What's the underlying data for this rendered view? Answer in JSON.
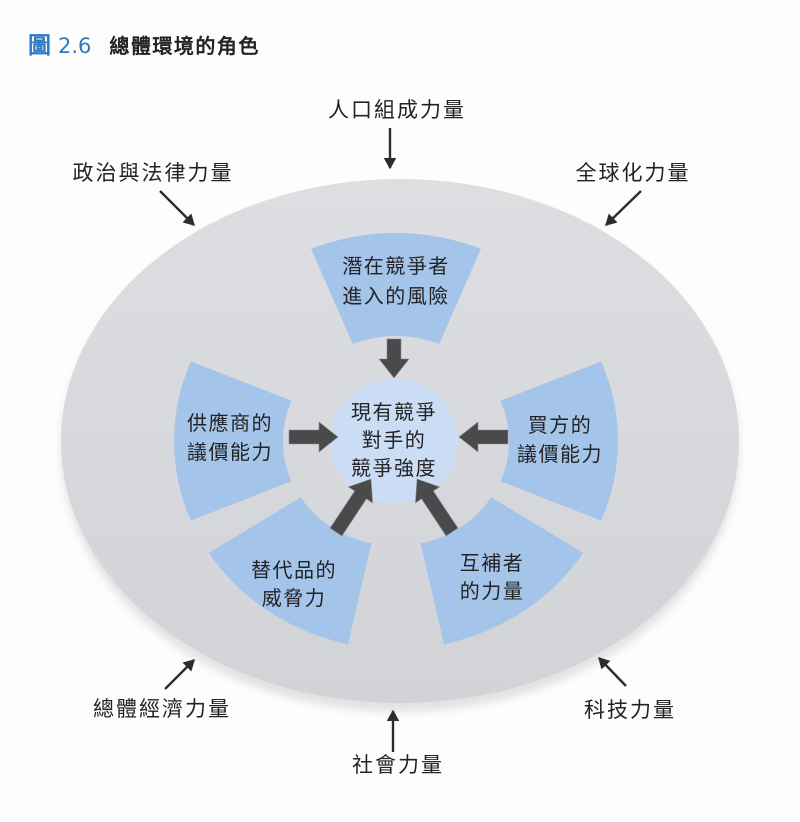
{
  "header": {
    "figure_label": "圖",
    "figure_number": "2.6",
    "title": "總體環境的角色"
  },
  "colors": {
    "accent_blue": "#2e79c3",
    "ellipse_gray_light": "#dddee1",
    "ellipse_gray_dark": "#d1d3d7",
    "wedge_blue": "#a5c4ea",
    "center_circle_blue": "#cbddf5",
    "thick_arrow_gray": "#4a4a4c",
    "line_black": "#2c2c2e",
    "text_black": "#232325"
  },
  "macro_environment": {
    "forces": [
      {
        "label": "人口組成力量",
        "position": "top"
      },
      {
        "label": "政治與法律力量",
        "position": "top-left"
      },
      {
        "label": "全球化力量",
        "position": "top-right"
      },
      {
        "label": "總體經濟力量",
        "position": "bottom-left"
      },
      {
        "label": "科技力量",
        "position": "bottom-right"
      },
      {
        "label": "社會力量",
        "position": "bottom"
      }
    ]
  },
  "five_forces": {
    "center": {
      "lines": [
        "現有競爭",
        "對手的",
        "競爭強度"
      ]
    },
    "wedges": [
      {
        "position": "top",
        "lines": [
          "潛在競爭者",
          "進入的風險"
        ]
      },
      {
        "position": "left",
        "lines": [
          "供應商的",
          "議價能力"
        ]
      },
      {
        "position": "right",
        "lines": [
          "買方的",
          "議價能力"
        ]
      },
      {
        "position": "bottom-left",
        "lines": [
          "替代品的",
          "威脅力"
        ]
      },
      {
        "position": "bottom-right",
        "lines": [
          "互補者",
          "的力量"
        ]
      }
    ]
  }
}
